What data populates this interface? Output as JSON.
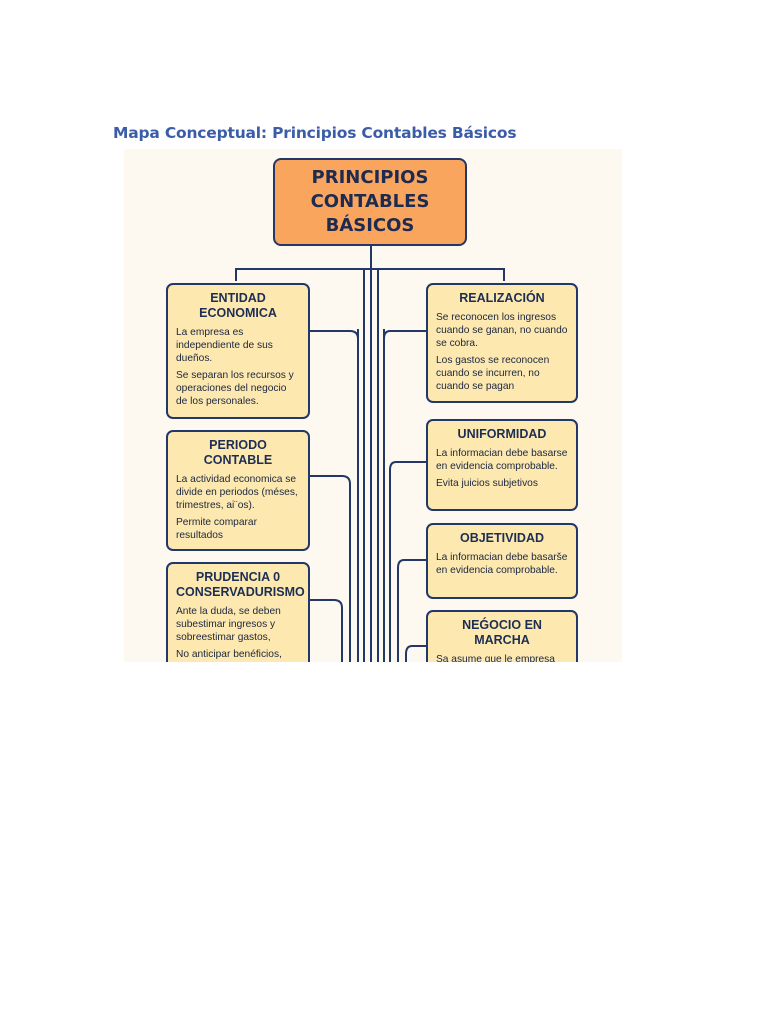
{
  "document": {
    "title": "Mapa Conceptual: Principios Contables Básicos"
  },
  "diagram": {
    "root": {
      "line1": "PRINCIPIOS",
      "line2": "CONTABLES",
      "line3": "BÁSICOS"
    },
    "left": [
      {
        "title_1": "ENTIDAD",
        "title_2": "ECONOMICA",
        "text_1": "La empresa es independiente de sus dueños.",
        "text_2": "Se separan los recursos y operaciones del negocio de los personales."
      },
      {
        "title_1": "PERIODO",
        "title_2": "CONTABLE",
        "text_1": "La actividad economica se divide en periodos (méses, trimestres, ai¨os).",
        "text_2": "Permite comparar resultados"
      },
      {
        "title_1": "PRUDENCIA 0",
        "title_2": "CONSERVADURISMO",
        "text_1": "Ante la duda, se deben subestimar ingresos y sobreestimar gastos,",
        "text_2": "No anticipar benéficios,"
      }
    ],
    "right": [
      {
        "title_1": "REALIZACIÓN",
        "title_2": "",
        "text_1": "Se reconocen los ingresos cuando se ganan, no cuando se cobra.",
        "text_2": "Los gastos se reconocen cuando se incurren, no cuando se pagan"
      },
      {
        "title_1": "UNIFORMIDAD",
        "title_2": "",
        "text_1": "La informacian debe basarse en evidencia comprobable.",
        "text_2": "Evita juicios subjetivos"
      },
      {
        "title_1": "OBJETIVIDAD",
        "title_2": "",
        "text_1": "La informacian debe basarše en evidencia comprobable.",
        "text_2": ""
      },
      {
        "title_1": "NEǴOCIO EN",
        "title_2": "MARCHA",
        "text_1": "Sa asume que le empresa",
        "text_2": ""
      }
    ],
    "colors": {
      "root_fill": "#f9a55e",
      "box_fill": "#fde8b0",
      "outline": "#223868",
      "title_text": "#3b5da8"
    }
  }
}
